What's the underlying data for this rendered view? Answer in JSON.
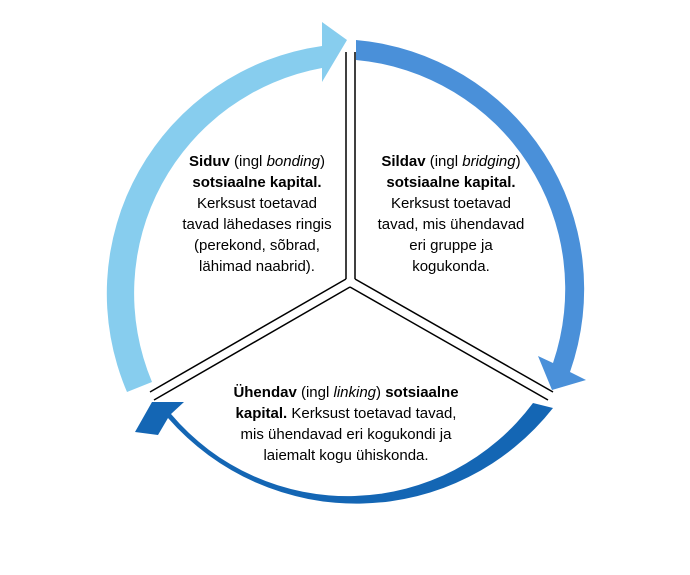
{
  "colors": {
    "bonding_arrow": "#87cdee",
    "bridging_arrow": "#4a90d9",
    "linking_arrow": "#1466b4",
    "divider_lines": "#000000",
    "text": "#000000"
  },
  "segments": {
    "bonding": {
      "term": "Siduv",
      "paren_open": "(ingl ",
      "english": "bonding",
      "paren_close": ")",
      "type": "sotsiaalne kapital.",
      "description_1": "Kerksust toetavad",
      "description_2": "tavad lähedases ringis",
      "description_3": "(perekond, sõbrad,",
      "description_4": "lähimad naabrid)."
    },
    "bridging": {
      "term": "Sildav",
      "paren_open": "(ingl ",
      "english": "bridging",
      "paren_close": ")",
      "type": "sotsiaalne kapital.",
      "description_1": "Kerksust toetavad",
      "description_2": "tavad, mis ühendavad",
      "description_3": "eri gruppe ja",
      "description_4": "kogukonda."
    },
    "linking": {
      "term": "Ühendav",
      "paren_open": "(ingl ",
      "english": "linking",
      "paren_close": ")",
      "type_1": "sotsiaalne",
      "type_2": "kapital.",
      "description_1": "Kerksust toetavad tavad,",
      "description_2": "mis ühendavad eri kogukondi ja",
      "description_3": "laiemalt kogu ühiskonda."
    }
  }
}
